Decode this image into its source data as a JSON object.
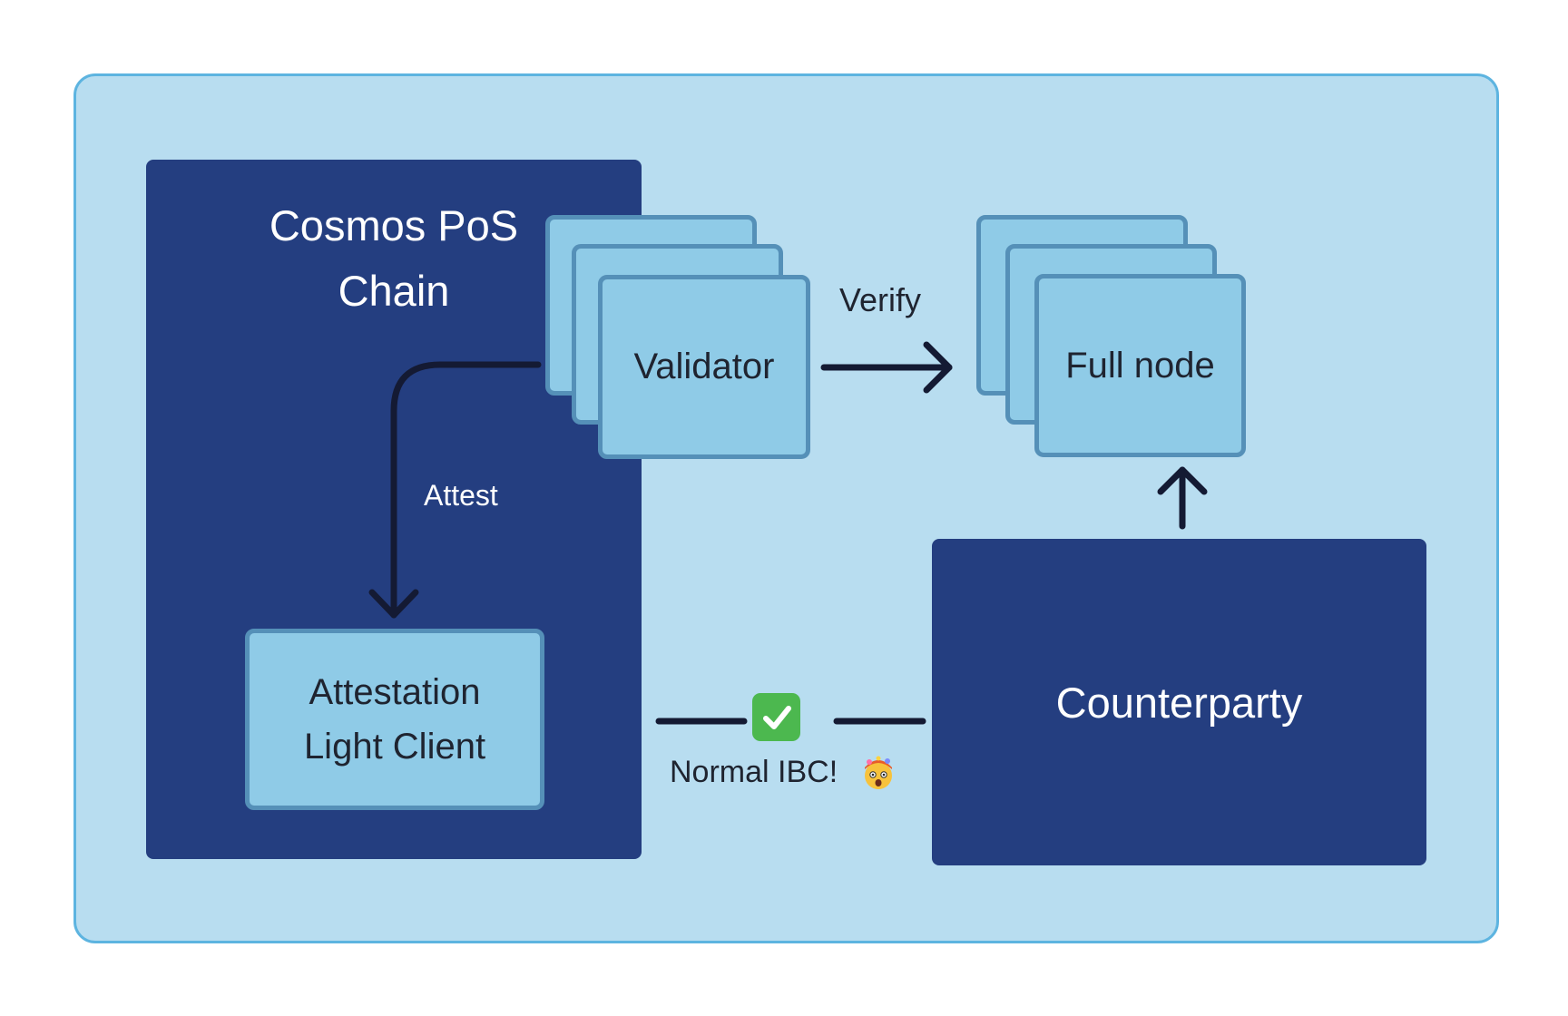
{
  "diagram": {
    "chain_title": "Cosmos PoS\nChain",
    "validator_label": "Validator",
    "full_node_label": "Full node",
    "attestation_client_label": "Attestation\nLight Client",
    "counterparty_label": "Counterparty",
    "attest_label": "Attest",
    "verify_label": "Verify",
    "ibc_label": "Normal IBC!",
    "icons": [
      "check-mark-icon",
      "exploding-head-icon"
    ]
  },
  "colors": {
    "frame_fill": "#b8ddf0",
    "frame_border": "#5db4e0",
    "navy": "#243e80",
    "card_fill": "#8fcbe7",
    "card_border": "#5590b8",
    "arrow": "#141a33",
    "check_green": "#4cb84f"
  }
}
